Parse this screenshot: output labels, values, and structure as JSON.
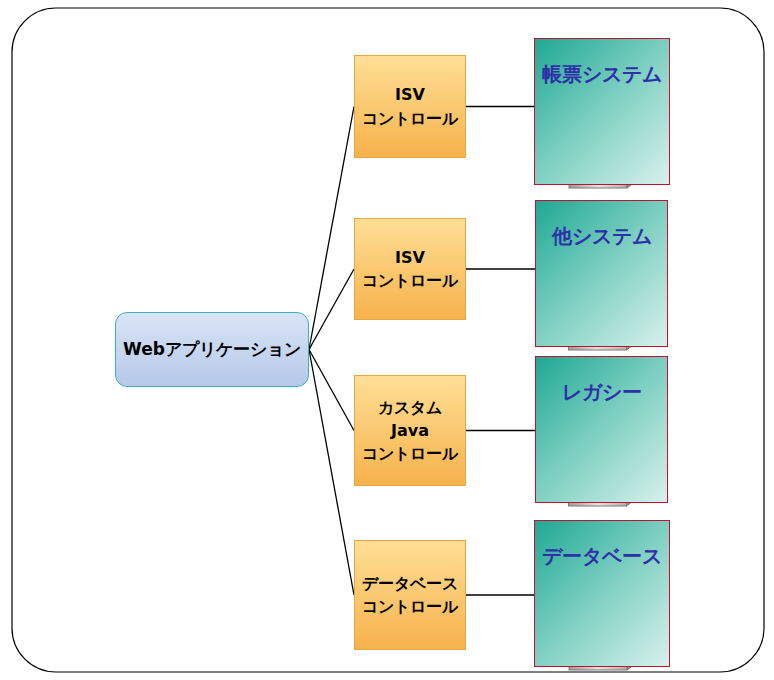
{
  "diagram": {
    "nodes": [
      {
        "text": [
          "Webアプリケーション"
        ]
      },
      {
        "text": [
          "ISV コントロール"
        ]
      },
      {
        "text": [
          "帳票システム"
        ]
      },
      {
        "text": [
          "ISV コントロール"
        ]
      },
      {
        "text": [
          "他システム"
        ]
      },
      {
        "text": [
          "カスタム Java コントロール"
        ]
      },
      {
        "text": [
          "レガシー"
        ]
      },
      {
        "text": [
          "データベース コントロール"
        ]
      },
      {
        "text": [
          "データベース"
        ]
      }
    ],
    "edges": [
      {
        "from": 0,
        "to": 1,
        "arrow": "none"
      },
      {
        "from": 0,
        "to": 3,
        "arrow": "none"
      },
      {
        "from": 0,
        "to": 5,
        "arrow": "none"
      },
      {
        "from": 0,
        "to": 7,
        "arrow": "none"
      },
      {
        "from": 1,
        "to": 2,
        "arrow": "none"
      },
      {
        "from": 3,
        "to": 4,
        "arrow": "none"
      },
      {
        "from": 5,
        "to": 6,
        "arrow": "none"
      },
      {
        "from": 7,
        "to": 8,
        "arrow": "none"
      }
    ]
  }
}
